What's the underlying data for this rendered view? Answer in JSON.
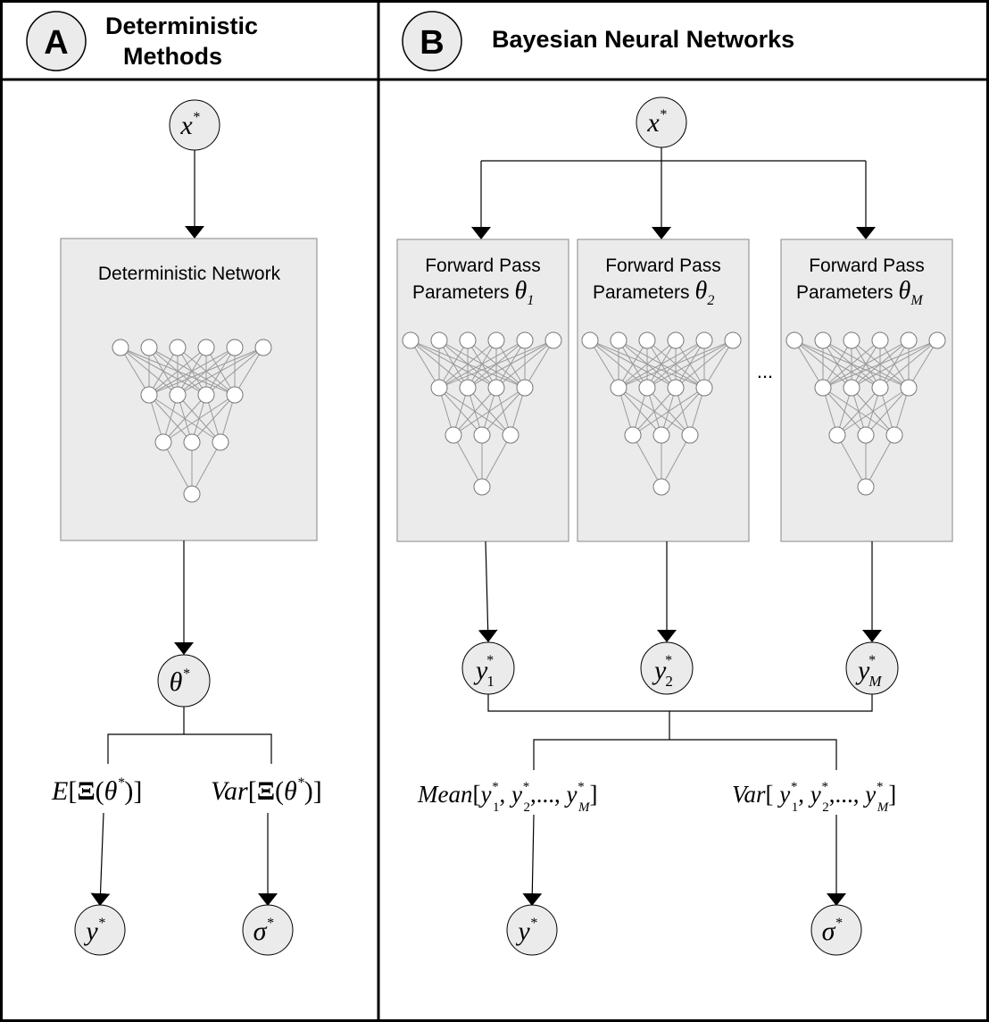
{
  "panels": [
    {
      "id": "A",
      "letter": "A",
      "title_line1": "Deterministic",
      "title_line2": "Methods"
    },
    {
      "id": "B",
      "letter": "B",
      "title": "Bayesian Neural Networks"
    }
  ],
  "panel_a": {
    "input_node": {
      "symbol": "x",
      "sup": "*"
    },
    "network_label": "Deterministic Network",
    "theta_node": {
      "symbol": "θ",
      "sup": "*"
    },
    "expectation_label": {
      "op": "E",
      "inner": "Ξ",
      "arg": "θ",
      "sup": "*"
    },
    "variance_label": {
      "op": "Var",
      "inner": "Ξ",
      "arg": "θ",
      "sup": "*"
    },
    "outputs": [
      {
        "symbol": "y",
        "sup": "*"
      },
      {
        "symbol": "σ",
        "sup": "*"
      }
    ]
  },
  "panel_b": {
    "input_node": {
      "symbol": "x",
      "sup": "*"
    },
    "forward_passes": [
      {
        "line1": "Forward Pass",
        "line2": "Parameters",
        "theta": "θ",
        "sub": "1"
      },
      {
        "line1": "Forward Pass",
        "line2": "Parameters",
        "theta": "θ",
        "sub": "2"
      },
      {
        "line1": "Forward Pass",
        "line2": "Parameters",
        "theta": "θ",
        "sub": "M"
      }
    ],
    "ellipsis": "...",
    "predictions": [
      {
        "symbol": "y",
        "sup": "*",
        "sub": "1"
      },
      {
        "symbol": "y",
        "sup": "*",
        "sub": "2"
      },
      {
        "symbol": "y",
        "sup": "*",
        "sub": "M"
      }
    ],
    "mean_label": {
      "op": "Mean",
      "terms": [
        "1",
        "2",
        "M"
      ]
    },
    "variance_label": {
      "op": "Var",
      "terms": [
        "1",
        "2",
        "M"
      ]
    },
    "outputs": [
      {
        "symbol": "y",
        "sup": "*"
      },
      {
        "symbol": "σ",
        "sup": "*"
      }
    ]
  },
  "colors": {
    "node_fill": "#ebebeb",
    "box_fill": "#ebebeb",
    "line": "#000000",
    "network_edge": "#9a9a9a"
  },
  "icons": {
    "network": "neural-network-icon",
    "arrow": "arrowhead-icon"
  }
}
